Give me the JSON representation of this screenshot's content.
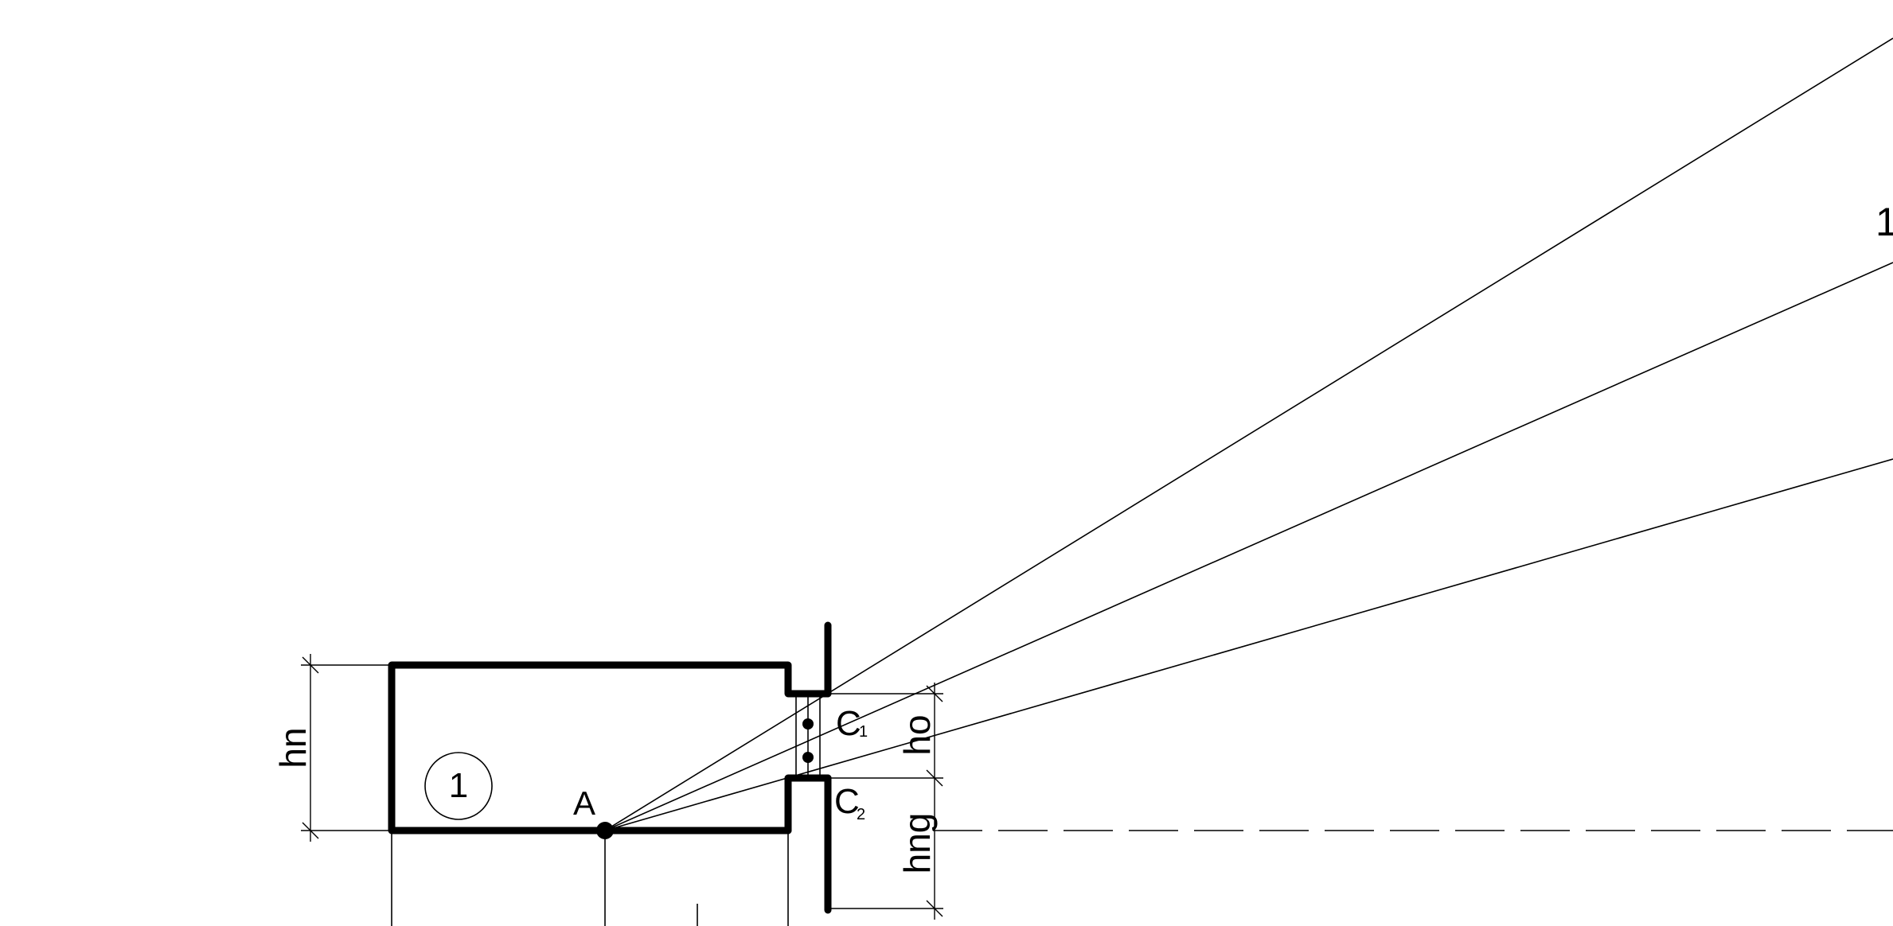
{
  "labels": {
    "room_number": "1",
    "point_a": "A",
    "point_c1_letter": "C",
    "point_c1_sub": "1",
    "point_c2_letter": "C",
    "point_c2_sub": "2",
    "ray_label": "1",
    "dim_hn": "hn",
    "dim_ho": "ho",
    "dim_hng": "hng"
  },
  "colors": {
    "ink": "#000000",
    "paper": "#ffffff"
  }
}
